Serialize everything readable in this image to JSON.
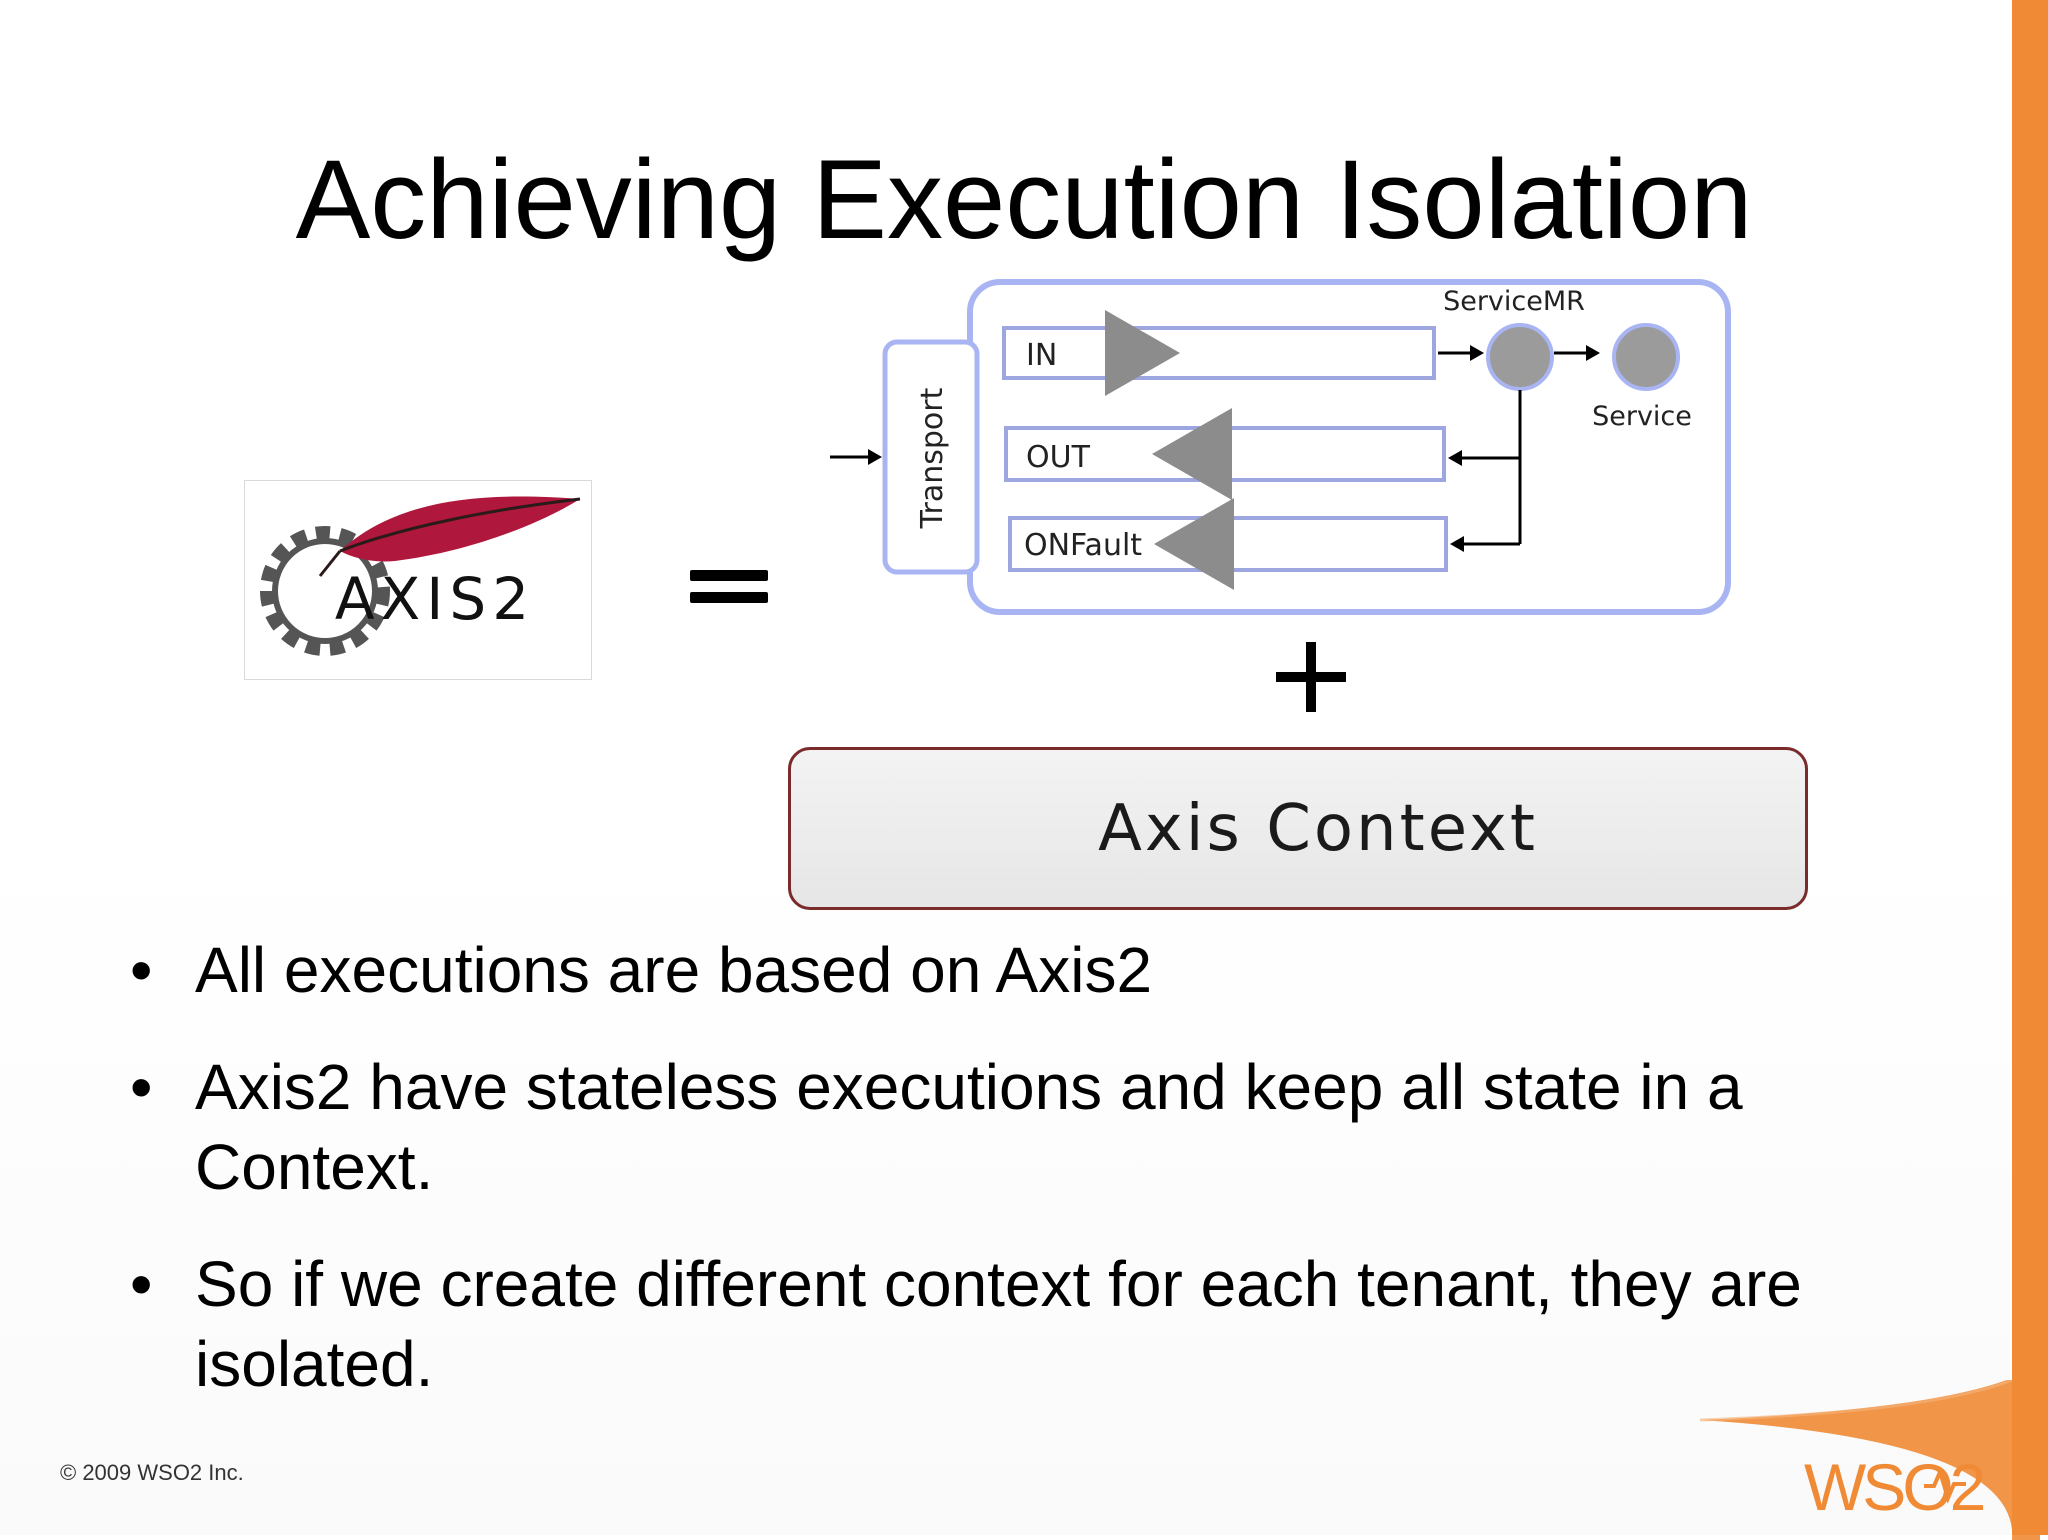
{
  "slide": {
    "title": "Achieving Execution Isolation",
    "bullets": [
      "All executions are based on Axis2",
      "Axis2 have stateless executions and keep all state in a Context.",
      "So if we create different context for each tenant, they are isolated."
    ],
    "footer": {
      "copyright": "© 2009 WSO2 Inc.",
      "logo_text": "WSO2"
    }
  },
  "diagram": {
    "logo_text": "AXIS2",
    "transport_label": "Transport",
    "pipes": [
      "IN",
      "OUT",
      "ONFault"
    ],
    "service_mr_label": "ServiceMR",
    "service_label": "Service",
    "context_label": "Axis Context",
    "colors": {
      "frame": "#a9b4f2",
      "pipe_border": "#9ea6e0",
      "node": "#9b9b9b",
      "context_border": "#7a2c2c",
      "accent": "#f08a34",
      "feather": "#b0173c"
    }
  }
}
